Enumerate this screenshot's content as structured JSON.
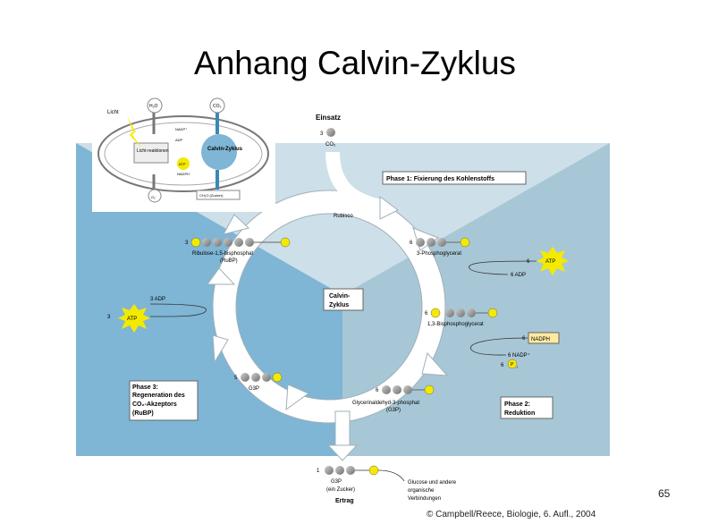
{
  "title": "Anhang Calvin-Zyklus",
  "page_number": "65",
  "copyright": "© Campbell/Reece, Biologie, 6. Aufl., 2004",
  "inset": {
    "light": "Licht",
    "h2o": "H₂O",
    "co2": "CO₂",
    "light_reactions": "Licht-reaktionen",
    "calvin": "Calvin-Zyklus",
    "nadp": "NADP⁺",
    "adp": "ADP",
    "atp": "ATP",
    "nadph": "NADPH",
    "o2": "O₂",
    "sugar": "CH₂O (Zucker)"
  },
  "einsatz": {
    "label": "Einsatz",
    "count": "3",
    "molecule": "CO₂"
  },
  "phase1": "Phase 1: Fixierung des Kohlenstoffs",
  "rubisco": "Rubisco",
  "center": {
    "line1": "Calvin-",
    "line2": "Zyklus"
  },
  "rubp": {
    "count": "3",
    "line1": "Ribulose-1,5-bisphosphat",
    "line2": "(RuBP)"
  },
  "pga": {
    "count": "6",
    "label": "3-Phosphoglycerat"
  },
  "atp_right": {
    "count": "6",
    "label": "ATP"
  },
  "adp_right": "6 ADP",
  "bpg": {
    "count": "6",
    "label": "1,3-Bisphosphoglycerat"
  },
  "nadph": {
    "count": "6",
    "label": "NADPH"
  },
  "nadp": "6 NADP⁺",
  "pi": {
    "count": "6",
    "label": "P",
    "sub": "i"
  },
  "adp_left": "3 ADP",
  "atp_left": {
    "count": "3",
    "label": "ATP"
  },
  "c5": {
    "count": "5",
    "label": "G3P"
  },
  "g3p": {
    "count": "6",
    "line1": "Glycerinaldehyd-3-phosphat",
    "line2": "(G3P)"
  },
  "phase2": {
    "line1": "Phase 2:",
    "line2": "Reduktion"
  },
  "phase3": {
    "line1": "Phase 3:",
    "line2": "Regeneration des",
    "line3": "CO₂-Akzeptors",
    "line4": "(RuBP)"
  },
  "output": {
    "count": "1",
    "label": "G3P",
    "sub": "(ein Zucker)",
    "ertrag": "Ertrag",
    "glucose1": "Glucose und andere",
    "glucose2": "organische",
    "glucose3": "Verbindungen"
  },
  "p_label": "P",
  "colors": {
    "blue_left": "#7fb5d5",
    "blue_right": "#a8c7d6",
    "blue_top": "#cddfe8",
    "yellow": "#f4ea00",
    "nadph_box": "#ffe9a0"
  }
}
